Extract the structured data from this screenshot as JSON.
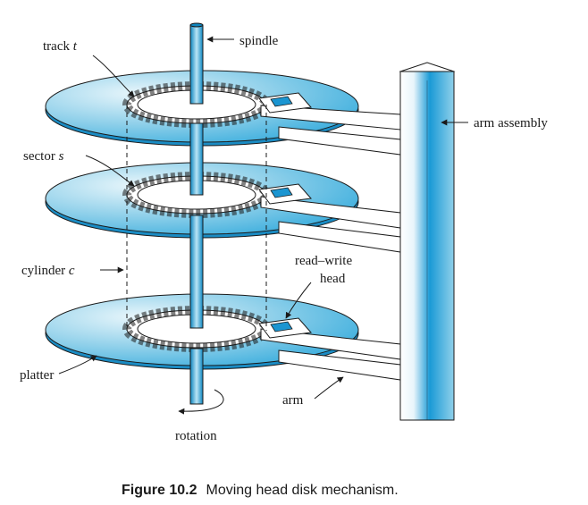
{
  "labels": {
    "track": "track",
    "track_var": "t",
    "spindle": "spindle",
    "arm_assembly": "arm assembly",
    "sector": "sector",
    "sector_var": "s",
    "cylinder": "cylinder",
    "cylinder_var": "c",
    "read_write_line1": "read–write",
    "read_write_line2": "head",
    "platter": "platter",
    "arm": "arm",
    "rotation": "rotation"
  },
  "caption": {
    "number": "Figure 10.2",
    "text": "Moving head disk mechanism."
  },
  "colors": {
    "disk_light": "#e9f6fb",
    "disk_mid": "#8fd0ea",
    "disk_dark": "#1aa0d8",
    "head_blue": "#1b95d1",
    "outline": "#1a1a1a"
  }
}
